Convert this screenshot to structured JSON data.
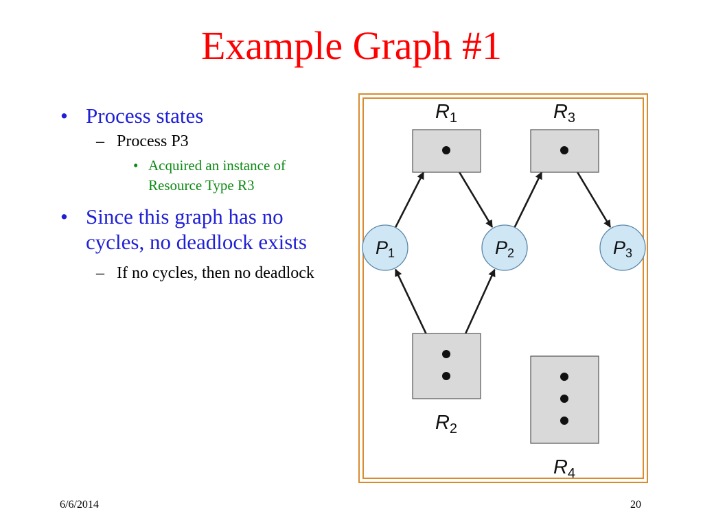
{
  "slide": {
    "title": "Example Graph #1",
    "date": "6/6/2014",
    "page_number": "20"
  },
  "bullets": [
    {
      "level": 1,
      "text": "Process states"
    },
    {
      "level": 2,
      "text": "Process P3"
    },
    {
      "level": 3,
      "text": "Acquired an instance of Resource Type R3"
    },
    {
      "level": 1,
      "text": "Since this graph has no cycles, no deadlock exists"
    },
    {
      "level": 2,
      "text": "If no cycles, then no deadlock"
    }
  ],
  "graph": {
    "colors": {
      "frame": "#d98c2e",
      "resource_fill": "#d9d9d9",
      "process_fill": "#cfe6f5",
      "process_stroke": "#5a86a8"
    },
    "resources": [
      {
        "id": "R1",
        "letter": "R",
        "sub": "1",
        "instances": 1
      },
      {
        "id": "R2",
        "letter": "R",
        "sub": "2",
        "instances": 2
      },
      {
        "id": "R3",
        "letter": "R",
        "sub": "3",
        "instances": 1
      },
      {
        "id": "R4",
        "letter": "R",
        "sub": "4",
        "instances": 3
      }
    ],
    "processes": [
      {
        "id": "P1",
        "letter": "P",
        "sub": "1"
      },
      {
        "id": "P2",
        "letter": "P",
        "sub": "2"
      },
      {
        "id": "P3",
        "letter": "P",
        "sub": "3"
      }
    ],
    "edges": [
      {
        "from": "P1",
        "to": "R1",
        "kind": "request"
      },
      {
        "from": "R1",
        "to": "P2",
        "kind": "assignment"
      },
      {
        "from": "P2",
        "to": "R3",
        "kind": "request"
      },
      {
        "from": "R3",
        "to": "P3",
        "kind": "assignment"
      },
      {
        "from": "R2",
        "to": "P1",
        "kind": "assignment"
      },
      {
        "from": "R2",
        "to": "P2",
        "kind": "assignment"
      }
    ]
  }
}
